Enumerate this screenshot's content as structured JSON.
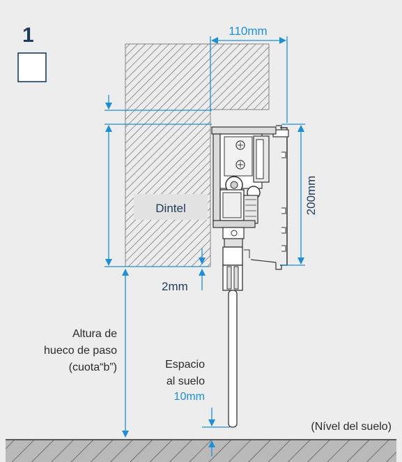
{
  "step": {
    "number": "1"
  },
  "checkbox": {
    "checked": false
  },
  "labels": {
    "width_dim": "110mm",
    "height_dim": "200mm",
    "gap_dim": "2mm",
    "lintel": "Dintel",
    "opening_height": [
      "Altura de",
      "hueco de paso",
      "(cuota“b”)"
    ],
    "floor_gap": [
      "Espacio",
      "al suelo",
      "10mm"
    ],
    "floor_level": "(Nível del suelo)"
  },
  "colors": {
    "accent": "#1e8fd6",
    "step_text": "#1f3a5a",
    "lintel_label_bg": "#e2e2e2",
    "lintel_label_text": "#1f3a5a",
    "hatch": "#555555",
    "background": "#ededed"
  }
}
